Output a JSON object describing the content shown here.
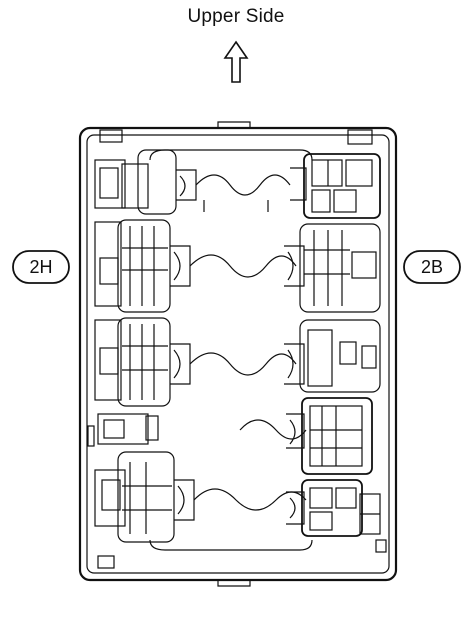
{
  "orientation": {
    "label": "Upper Side"
  },
  "connectors": {
    "left": "2H",
    "right": "2B"
  }
}
